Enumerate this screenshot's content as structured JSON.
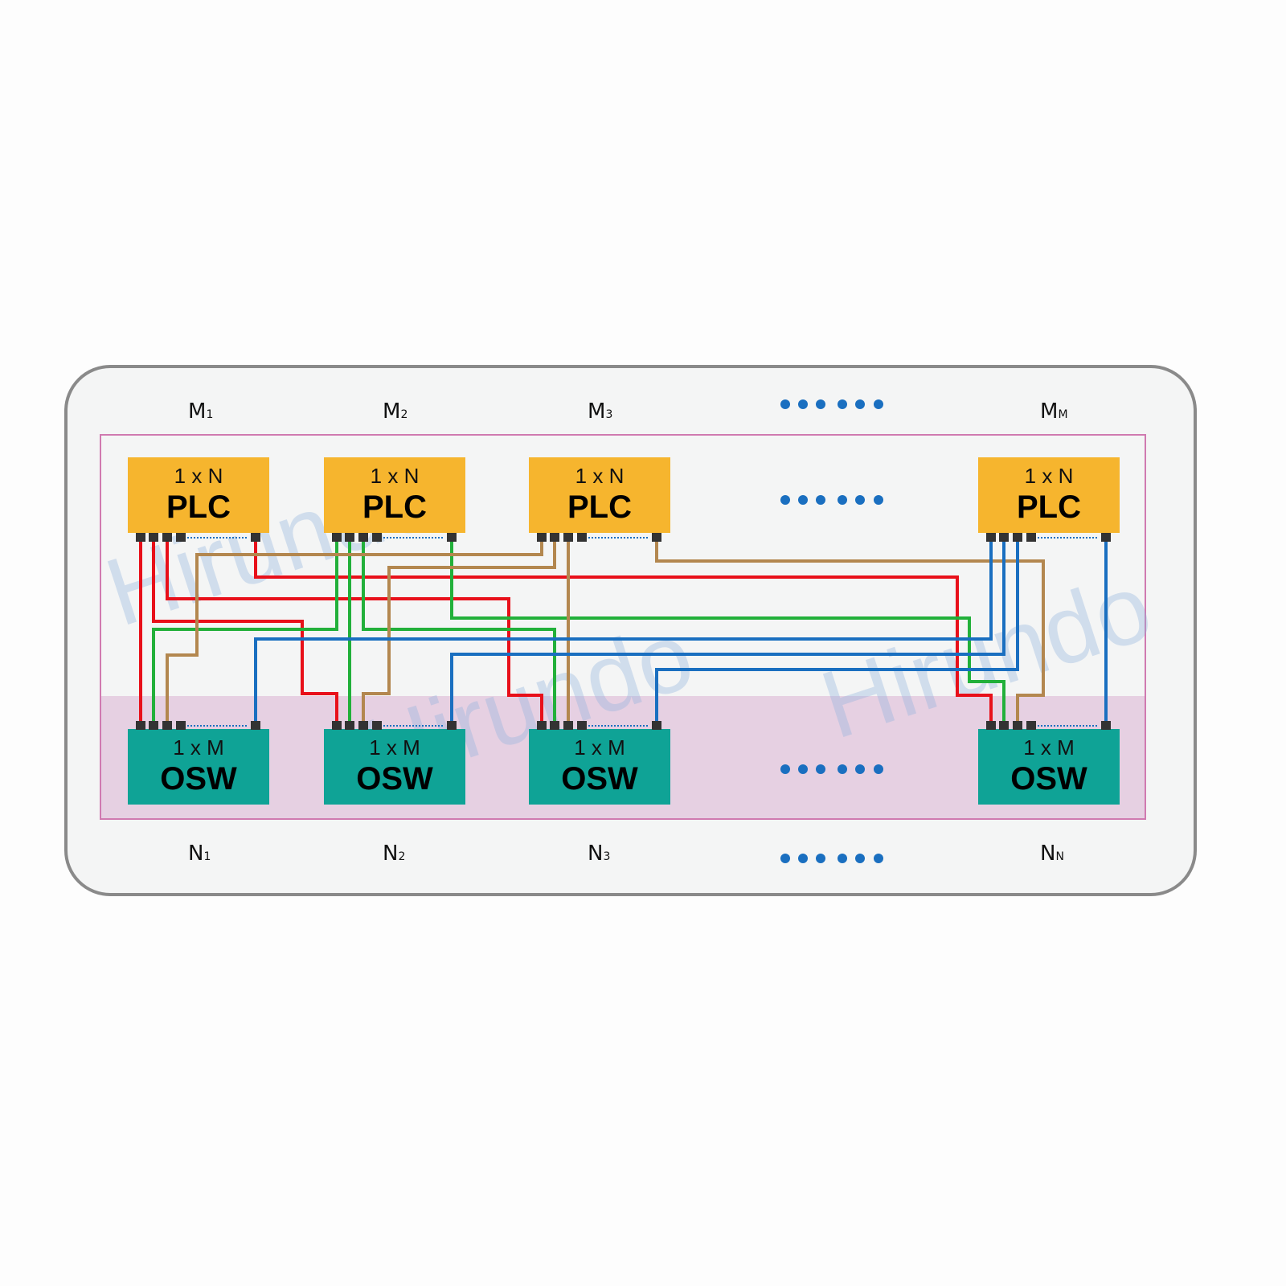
{
  "top_labels": [
    {
      "main": "M",
      "sub": "1"
    },
    {
      "main": "M",
      "sub": "2"
    },
    {
      "main": "M",
      "sub": "3"
    },
    {
      "main": "M",
      "sub": "M"
    }
  ],
  "bottom_labels": [
    {
      "main": "N",
      "sub": "1"
    },
    {
      "main": "N",
      "sub": "2"
    },
    {
      "main": "N",
      "sub": "3"
    },
    {
      "main": "N",
      "sub": "N"
    }
  ],
  "plc": {
    "ratio": "1 x N",
    "name": "PLC",
    "color": "#f6b52e"
  },
  "osw": {
    "ratio": "1 x M",
    "name": "OSW",
    "color": "#0fa396"
  },
  "ellipsis_color": "#1a6fc0",
  "watermark": "Hirundo",
  "wire_colors": {
    "plc1": "#e8101a",
    "plc2": "#22b03a",
    "plc3": "#b3874f",
    "plcM": "#1a6fc0"
  },
  "connections": [
    {
      "from": "PLC M1 port 1",
      "to": "OSW N1 port 1",
      "color": "red"
    },
    {
      "from": "PLC M1 port 2",
      "to": "OSW N2 port 1",
      "color": "red"
    },
    {
      "from": "PLC M1 port 3",
      "to": "OSW N3 port 1",
      "color": "red"
    },
    {
      "from": "PLC M1 port N",
      "to": "OSW NN port 1",
      "color": "red"
    },
    {
      "from": "PLC M2 port 1",
      "to": "OSW N1 port 2",
      "color": "green"
    },
    {
      "from": "PLC M2 port 2",
      "to": "OSW N2 port 2",
      "color": "green"
    },
    {
      "from": "PLC M2 port 3",
      "to": "OSW N3 port 2",
      "color": "green"
    },
    {
      "from": "PLC M2 port N",
      "to": "OSW NN port 2",
      "color": "green"
    },
    {
      "from": "PLC M3 port 1",
      "to": "OSW N1 port 3",
      "color": "brown"
    },
    {
      "from": "PLC M3 port 2",
      "to": "OSW N2 port 3",
      "color": "brown"
    },
    {
      "from": "PLC M3 port 3",
      "to": "OSW N3 port 3",
      "color": "brown"
    },
    {
      "from": "PLC M3 port N",
      "to": "OSW NN port 3",
      "color": "brown"
    },
    {
      "from": "PLC MM port 1",
      "to": "OSW N1 port M",
      "color": "blue"
    },
    {
      "from": "PLC MM port 2",
      "to": "OSW N2 port M",
      "color": "blue"
    },
    {
      "from": "PLC MM port 3",
      "to": "OSW N3 port M",
      "color": "blue"
    },
    {
      "from": "PLC MM port N",
      "to": "OSW NN port M",
      "color": "blue"
    }
  ]
}
